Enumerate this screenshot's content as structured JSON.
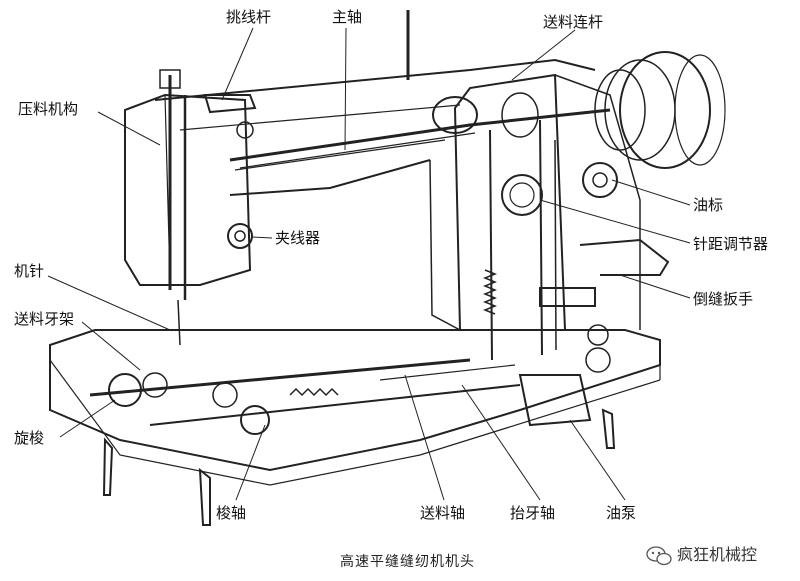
{
  "title": "高速平缝缝纫机机头",
  "watermark": "疯狂机械控",
  "labels": {
    "thread_take_up": "挑线杆",
    "main_shaft": "主轴",
    "feed_link": "送料连杆",
    "presser": "压料机构",
    "oil_gauge": "油标",
    "tension": "夹线器",
    "stitch_regulator": "针距调节器",
    "needle": "机针",
    "reverse_lever": "倒缝扳手",
    "feed_dog_frame": "送料牙架",
    "rotary_hook": "旋梭",
    "hook_shaft": "梭轴",
    "feed_shaft": "送料轴",
    "lift_shaft": "抬牙轴",
    "oil_pump": "油泵"
  }
}
